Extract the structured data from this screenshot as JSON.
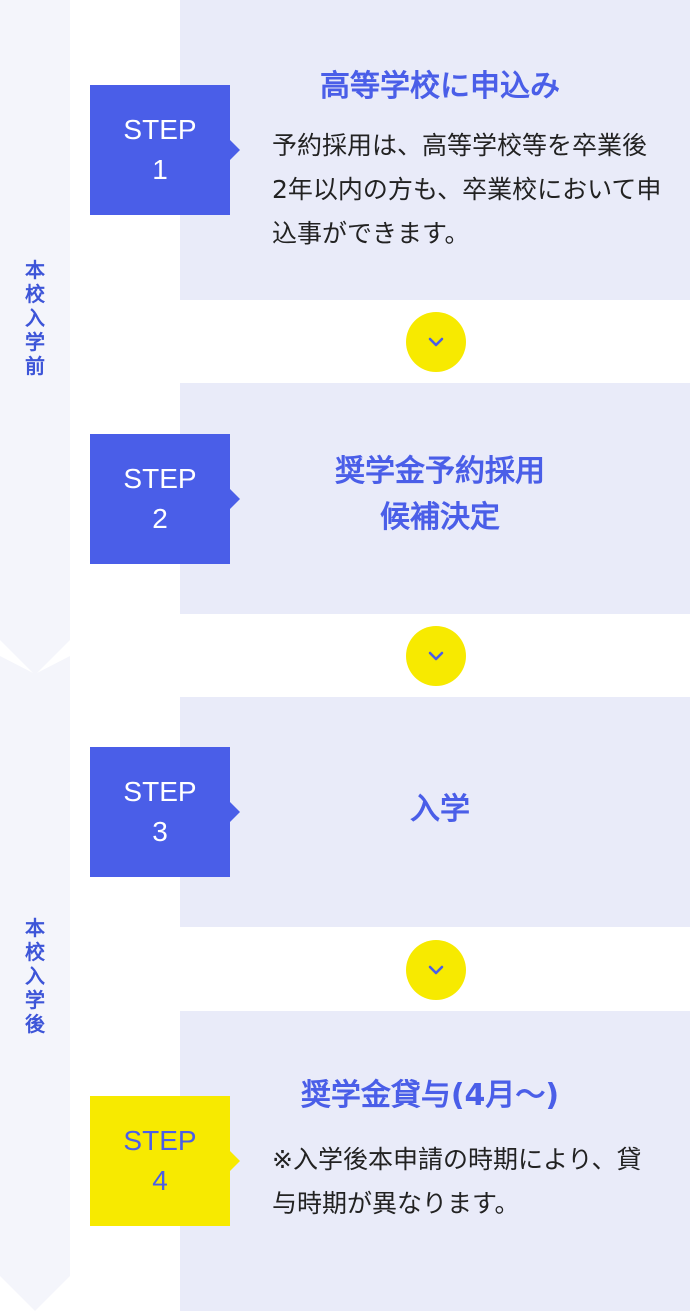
{
  "phases": {
    "before": "本校入学前",
    "after": "本校入学後"
  },
  "steps": [
    {
      "badge_word": "STEP",
      "badge_num": "1",
      "title": "高等学校に申込み",
      "body": "予約採用は、高等学校等を卒業後2年以内の方も、卒業校において申込事ができます。"
    },
    {
      "badge_word": "STEP",
      "badge_num": "2",
      "title_line1": "奨学金予約採用",
      "title_line2": "候補決定"
    },
    {
      "badge_word": "STEP",
      "badge_num": "3",
      "title": "入学"
    },
    {
      "badge_word": "STEP",
      "badge_num": "4",
      "title": "奨学金貸与(4月〜)",
      "body": "※入学後本申請の時期により、貸与時期が異なります。"
    }
  ],
  "colors": {
    "accent": "#4a5ee8",
    "highlight": "#f7ea00",
    "panel": "#e9ebf9"
  },
  "icons": [
    "chevron-down-icon",
    "chevron-down-icon",
    "chevron-down-icon"
  ]
}
